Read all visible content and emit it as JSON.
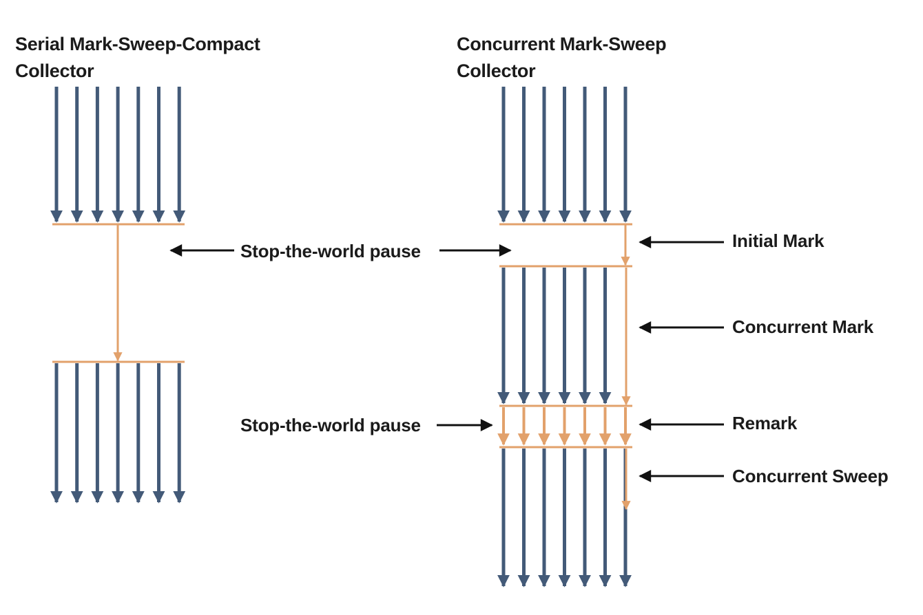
{
  "colors": {
    "thread": "#435a78",
    "gc": "#e2a16b",
    "pointer": "#111111"
  },
  "left_panel": {
    "title_line1": "Serial Mark-Sweep-Compact",
    "title_line2": "Collector",
    "app_threads": 7
  },
  "right_panel": {
    "title_line1": "Concurrent Mark-Sweep",
    "title_line2": "Collector",
    "app_threads": 7
  },
  "labels": {
    "pause_top": "Stop-the-world pause",
    "pause_bottom": "Stop-the-world pause",
    "initial_mark": "Initial Mark",
    "concurrent_mark": "Concurrent Mark",
    "remark": "Remark",
    "concurrent_sweep": "Concurrent Sweep"
  }
}
